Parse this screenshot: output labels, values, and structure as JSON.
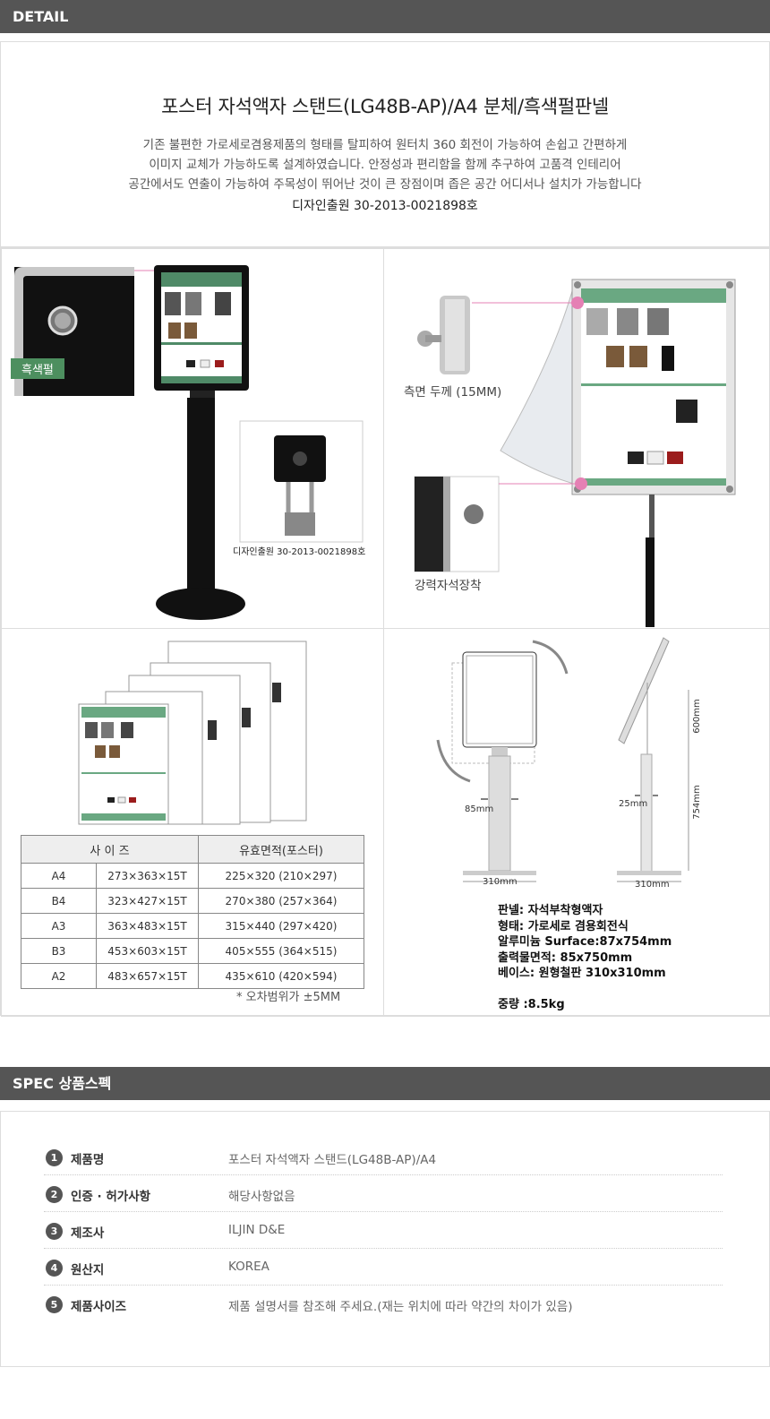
{
  "detail_header": "DETAIL",
  "intro": {
    "title": "포스터 자석액자 스탠드(LG48B-AP)/A4  분체/흑색펄판넬",
    "desc": [
      "기존 불편한 가로세로겸용제품의 형태를 탈피하여 원터치 360 회전이 가능하여 손쉽고 간편하게",
      "이미지 교체가 가능하도록 설계하였습니다. 안정성과 편리함을 함께 추구하여 고품격 인테리어",
      "공간에서도 연출이  가능하여  주목성이 뛰어난 것이 큰 장점이며  좁은 공간 어디서나 설치가 가능합니다"
    ],
    "design_reg": "디자인출원    30-2013-0021898호"
  },
  "panel1": {
    "badge": "흑색펄",
    "design_reg": "디자인출원    30-2013-0021898호"
  },
  "panel2": {
    "side_label": "측면 두께 (15MM)",
    "magnet_label": "강력자석장착"
  },
  "size_table": {
    "headers": [
      "사 이 즈",
      "유효면적(포스터)"
    ],
    "rows": [
      [
        "A4",
        "273×363×15T",
        "225×320 (210×297)"
      ],
      [
        "B4",
        "323×427×15T",
        "270×380 (257×364)"
      ],
      [
        "A3",
        "363×483×15T",
        "315×440 (297×420)"
      ],
      [
        "B3",
        "453×603×15T",
        "405×555 (364×515)"
      ],
      [
        "A2",
        "483×657×15T",
        "435×610 (420×594)"
      ]
    ],
    "note": "* 오차범위가 ±5MM"
  },
  "diagram": {
    "dim_85": "85mm",
    "dim_310a": "310mm",
    "dim_25": "25mm",
    "dim_310b": "310mm",
    "dim_600": "600mm",
    "dim_754": "754mm"
  },
  "specs": [
    "판넬: 자석부착형액자",
    "형태: 가로세로 겸용회전식",
    "알루미늄 Surface:87x754mm",
    "출력물면적: 85x750mm",
    "베이스: 원형철판 310x310mm",
    "",
    "중량 :8.5kg"
  ],
  "spec_header": "SPEC 상품스펙",
  "spec_rows": [
    {
      "num": "1",
      "key": "제품명",
      "value": "포스터 자석액자 스탠드(LG48B-AP)/A4"
    },
    {
      "num": "2",
      "key": "인증 · 허가사항",
      "value": "해당사항없음"
    },
    {
      "num": "3",
      "key": "제조사",
      "value": "ILJIN D&E"
    },
    {
      "num": "4",
      "key": "원산지",
      "value": "KOREA"
    },
    {
      "num": "5",
      "key": "제품사이즈",
      "value": "제품 설명서를 참조해 주세요.(재는 위치에 따라 약간의 차이가 있음)"
    }
  ]
}
